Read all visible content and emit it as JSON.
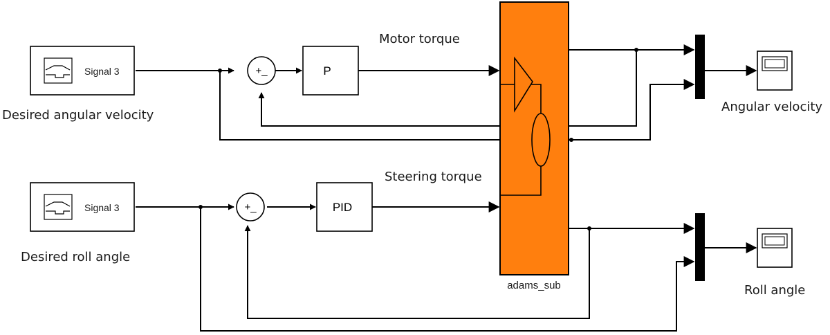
{
  "diagram": {
    "colors": {
      "subsystem_fill": "#ff7f0e",
      "line": "#000000"
    },
    "source_1": {
      "label": "Signal 3",
      "caption": "Desired angular velocity"
    },
    "source_2": {
      "label": "Signal 3",
      "caption": "Desired roll angle"
    },
    "sum_1": {
      "signs": "+_"
    },
    "sum_2": {
      "signs": "+_"
    },
    "controller_1": {
      "label": "P"
    },
    "controller_2": {
      "label": "PID"
    },
    "signal_motor_torque": "Motor torque",
    "signal_steering_torque": "Steering torque",
    "subsystem": {
      "label": "adams_sub"
    },
    "scope_1": {
      "caption": "Angular velocity"
    },
    "scope_2": {
      "caption": "Roll angle"
    }
  }
}
